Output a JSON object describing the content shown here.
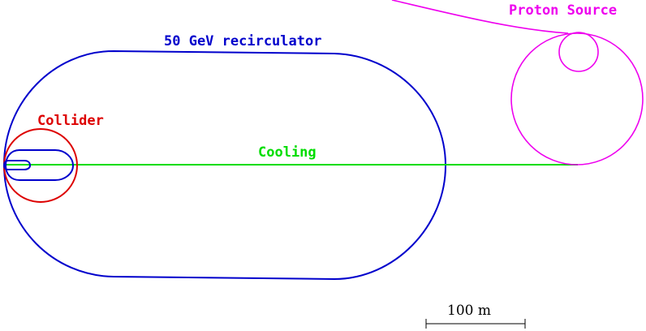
{
  "labels": {
    "recirculator": "50 GeV recirculator",
    "proton_source": "Proton Source",
    "collider": "Collider",
    "cooling": "Cooling",
    "scale": "100 m"
  },
  "colors": {
    "recirculator": "#0000cc",
    "proton_source": "#ee00ee",
    "collider": "#dd0000",
    "cooling": "#00dd00",
    "scale": "#000000"
  }
}
